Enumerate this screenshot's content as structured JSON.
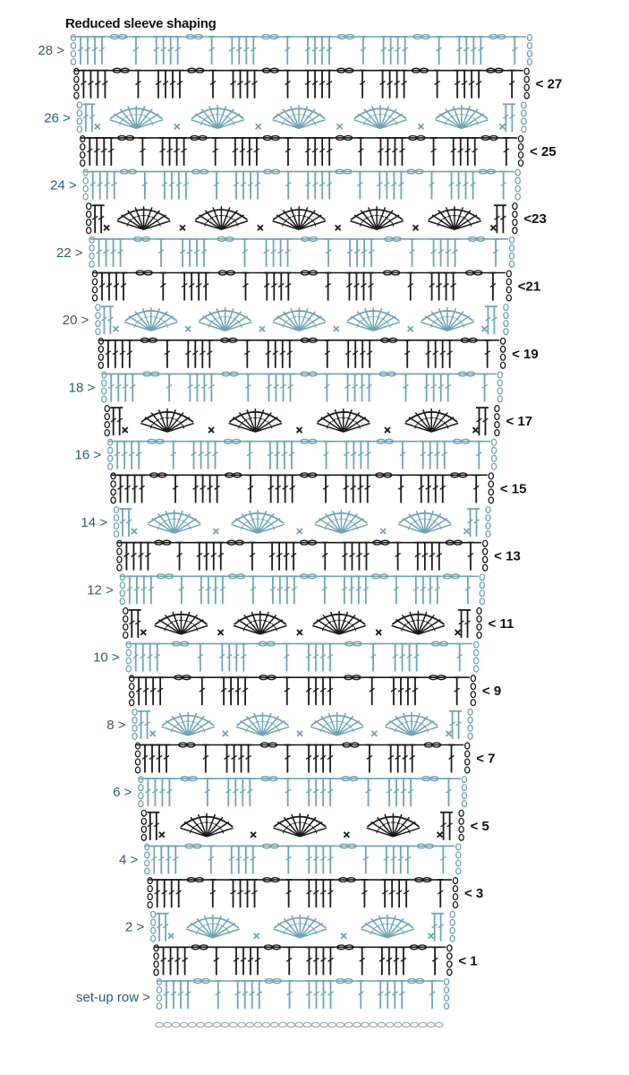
{
  "title": "Reduced sleeve shaping",
  "colors": {
    "odd_rows": "#1a1a1a",
    "even_rows": "#6fa4b6",
    "even_label": "#2b5d77",
    "odd_label": "#111111",
    "background": "#ffffff"
  },
  "foundation": {
    "symbol": "chain-icon"
  },
  "rows": [
    {
      "n": 28,
      "label": "28 >"
    },
    {
      "n": 27,
      "label": "< 27"
    },
    {
      "n": 26,
      "label": "26 >"
    },
    {
      "n": 25,
      "label": "< 25"
    },
    {
      "n": 24,
      "label": "24 >"
    },
    {
      "n": 23,
      "label": "<23"
    },
    {
      "n": 22,
      "label": "22 >"
    },
    {
      "n": 21,
      "label": "<21"
    },
    {
      "n": 20,
      "label": "20 >"
    },
    {
      "n": 19,
      "label": "< 19"
    },
    {
      "n": 18,
      "label": "18 >"
    },
    {
      "n": 17,
      "label": "< 17"
    },
    {
      "n": 16,
      "label": "16 >"
    },
    {
      "n": 15,
      "label": "< 15"
    },
    {
      "n": 14,
      "label": "14 >"
    },
    {
      "n": 13,
      "label": "< 13"
    },
    {
      "n": 12,
      "label": "12 >"
    },
    {
      "n": 11,
      "label": "< 11"
    },
    {
      "n": 10,
      "label": "10 >"
    },
    {
      "n": 9,
      "label": "< 9"
    },
    {
      "n": 8,
      "label": "8 >"
    },
    {
      "n": 7,
      "label": "< 7"
    },
    {
      "n": 6,
      "label": "6 >"
    },
    {
      "n": 5,
      "label": "< 5"
    },
    {
      "n": 4,
      "label": "4 >"
    },
    {
      "n": 3,
      "label": "< 3"
    },
    {
      "n": 2,
      "label": "2 >"
    },
    {
      "n": 1,
      "label": "< 1"
    },
    {
      "n": 0,
      "label": "set-up row >"
    }
  ]
}
